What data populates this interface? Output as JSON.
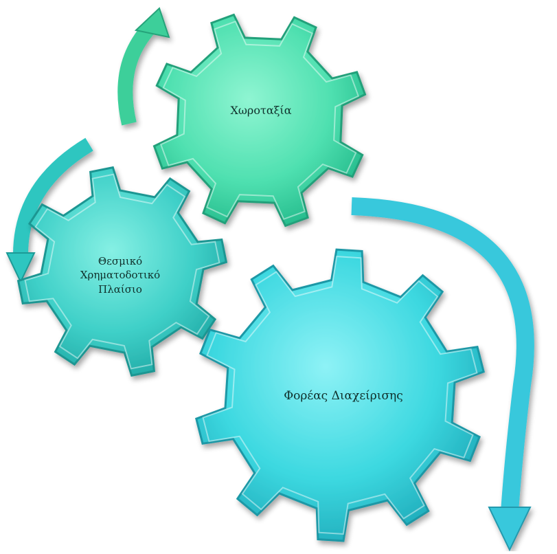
{
  "colors": {
    "gear_green": "#4fe0b0",
    "gear_teal": "#3fd0c8",
    "gear_cyan": "#3cd8e0",
    "arrow_green": "#3ccf9a",
    "arrow_teal": "#2fc6c0",
    "arrow_cyan": "#38c8dc",
    "label_text": "#0f2f2a"
  },
  "gears": [
    {
      "id": "gear-spatial-planning",
      "label_lines": [
        "Χωροταξία"
      ]
    },
    {
      "id": "gear-institutional-framework",
      "label_lines": [
        "Θεσμικό",
        "Χρηματοδοτικό",
        "Πλαίσιο"
      ]
    },
    {
      "id": "gear-management-body",
      "label_lines": [
        "Φορέας Διαχείρισης"
      ]
    }
  ],
  "arrows": [
    {
      "id": "arrow-spatial-planning",
      "direction": "up"
    },
    {
      "id": "arrow-institutional-framework",
      "direction": "down"
    },
    {
      "id": "arrow-management-body",
      "direction": "down"
    }
  ]
}
